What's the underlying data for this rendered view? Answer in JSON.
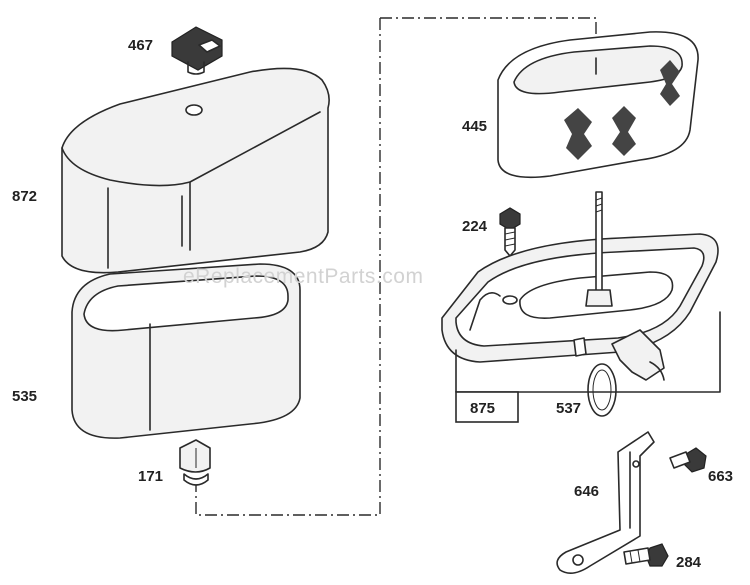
{
  "watermark": "eReplacementParts.com",
  "parts": {
    "p467": "467",
    "p872": "872",
    "p535": "535",
    "p171": "171",
    "p445": "445",
    "p224": "224",
    "p875": "875",
    "p537": "537",
    "p646": "646",
    "p663": "663",
    "p284": "284"
  }
}
